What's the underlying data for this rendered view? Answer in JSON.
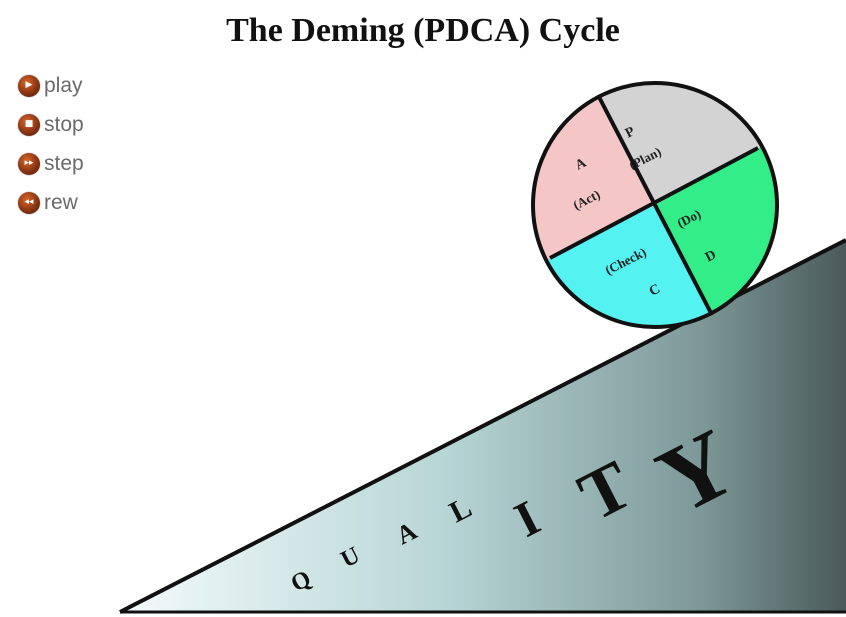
{
  "title": "The Deming  (PDCA) Cycle",
  "controls": [
    {
      "label": "play",
      "icon": "play-icon",
      "glyph": "▶"
    },
    {
      "label": "stop",
      "icon": "stop-icon",
      "glyph": "■"
    },
    {
      "label": "step",
      "icon": "step-icon",
      "glyph": "▸▸"
    },
    {
      "label": "rew",
      "icon": "rewind-icon",
      "glyph": "◂◂"
    }
  ],
  "wheel": {
    "plan": {
      "letter": "P",
      "name": "(Plan)",
      "color": "#d3d3d3"
    },
    "do": {
      "letter": "D",
      "name": "(Do)",
      "color": "#33ee88"
    },
    "check": {
      "letter": "C",
      "name": "(Check)",
      "color": "#55f2f2"
    },
    "act": {
      "letter": "A",
      "name": "(Act)",
      "color": "#f5c6c6"
    }
  },
  "slope": {
    "letters": [
      "Q",
      "U",
      "A",
      "L",
      "I",
      "T",
      "Y"
    ]
  }
}
